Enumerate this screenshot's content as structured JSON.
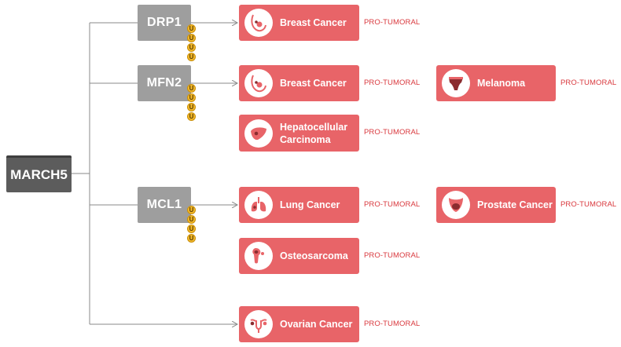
{
  "root": {
    "label": "MARCH5"
  },
  "ubiquitin_glyph": "U",
  "branches": [
    {
      "protein": "DRP1",
      "ubiquitin_count": 4,
      "diseases": [
        {
          "label": "Breast Cancer",
          "effect": "PRO-TUMORAL",
          "icon": "breast-icon"
        }
      ]
    },
    {
      "protein": "MFN2",
      "ubiquitin_count": 4,
      "diseases": [
        {
          "label": "Breast Cancer",
          "effect": "PRO-TUMORAL",
          "icon": "breast-icon"
        },
        {
          "label": "Melanoma",
          "effect": "PRO-TUMORAL",
          "icon": "skin-icon"
        },
        {
          "label": "Hepatocellular Carcinoma",
          "effect": "PRO-TUMORAL",
          "icon": "liver-icon"
        }
      ]
    },
    {
      "protein": "MCL1",
      "ubiquitin_count": 4,
      "diseases": [
        {
          "label": "Lung Cancer",
          "effect": "PRO-TUMORAL",
          "icon": "lungs-icon"
        },
        {
          "label": "Prostate Cancer",
          "effect": "PRO-TUMORAL",
          "icon": "prostate-icon"
        },
        {
          "label": "Osteosarcoma",
          "effect": "PRO-TUMORAL",
          "icon": "bone-icon"
        }
      ]
    },
    {
      "protein": "",
      "ubiquitin_count": 0,
      "diseases": [
        {
          "label": "Ovarian Cancer",
          "effect": "PRO-TUMORAL",
          "icon": "uterus-icon"
        }
      ]
    }
  ],
  "colors": {
    "root": "#5c5c5c",
    "protein": "#9e9e9e",
    "disease": "#e86468",
    "effect_text": "#d9393e",
    "connector": "#8a8a8a",
    "ubiquitin": "#f2b82a"
  }
}
